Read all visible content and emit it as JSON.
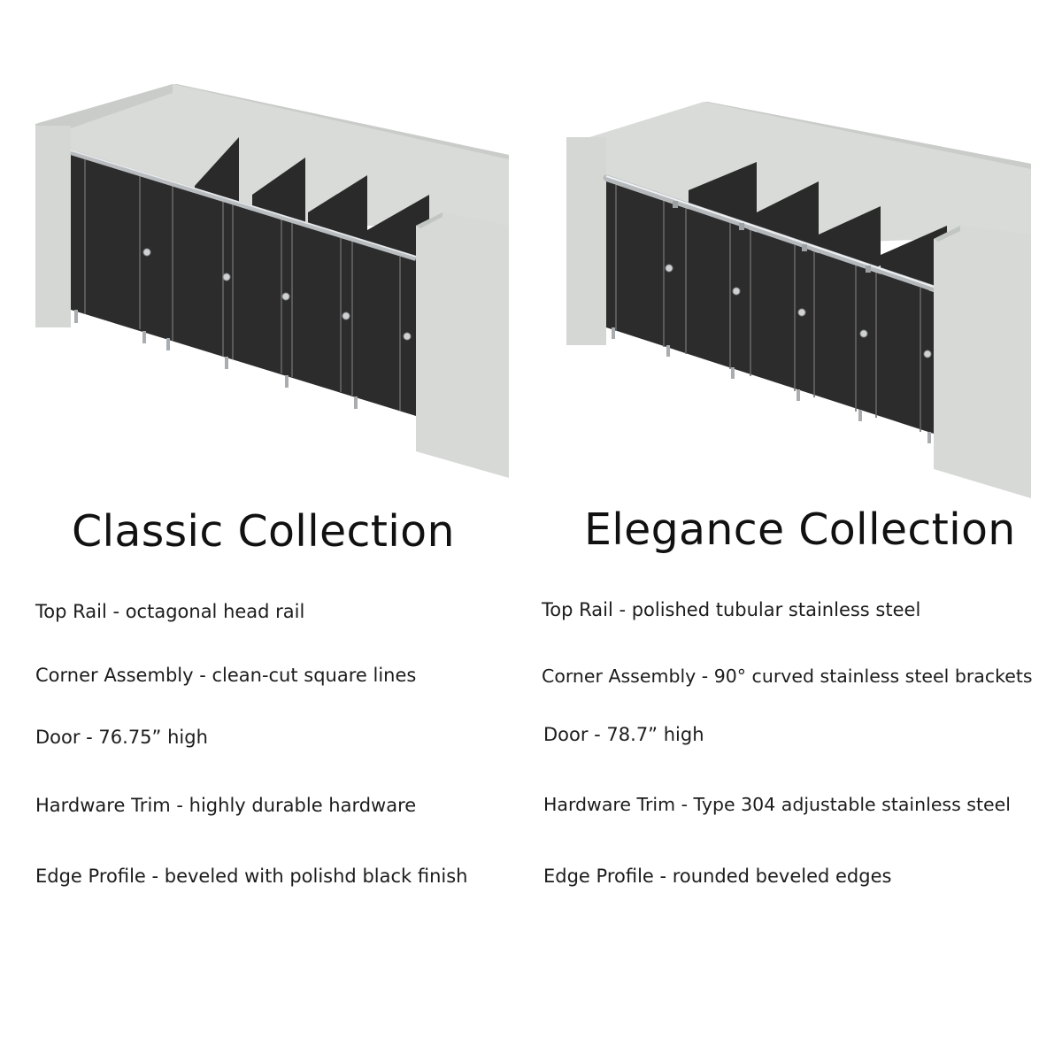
{
  "collections": [
    {
      "title": "Classic Collection",
      "specs": [
        "Top Rail - octagonal head rail",
        "Corner Assembly - clean-cut square lines",
        "Door - 76.75” high",
        "Hardware Trim - highly durable hardware",
        "Edge Profile - beveled with polishd black finish"
      ]
    },
    {
      "title": "Elegance Collection",
      "specs": [
        "Top Rail - polished tubular stainless steel",
        "Corner Assembly - 90° curved stainless steel brackets",
        "Door - 78.7” high",
        "Hardware Trim - Type 304 adjustable stainless steel",
        "Edge Profile - rounded beveled edges"
      ]
    }
  ],
  "colors": {
    "wall": "#d9dcd9",
    "wall_dark": "#c4c8c4",
    "panel": "#2b2b2b",
    "rail": "#b8bcbf"
  }
}
